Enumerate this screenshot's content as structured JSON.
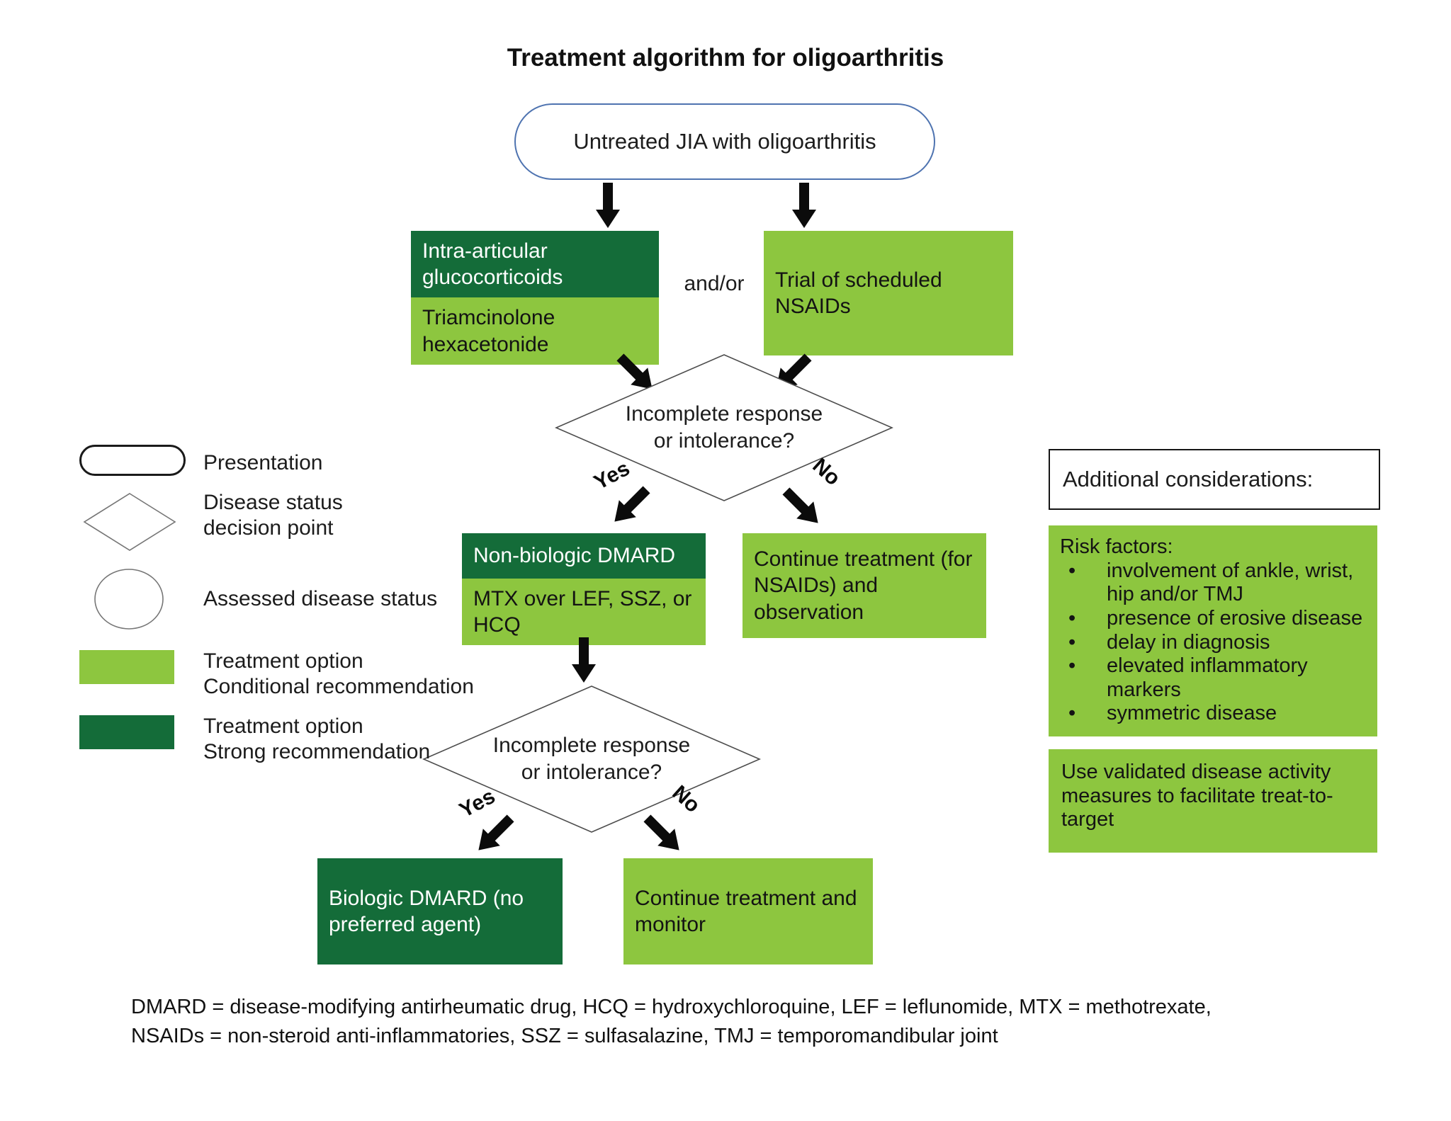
{
  "title": "Treatment algorithm for oligoarthritis",
  "flow": {
    "presentation": "Untreated JIA with oligoarthritis",
    "iag": {
      "title": "Intra-articular glucocorticoids",
      "subtitle": "Triamcinolone hexacetonide"
    },
    "connector": "and/or",
    "nsaids": "Trial of scheduled NSAIDs",
    "decision1": "Incomplete response\nor intolerance?",
    "decision1_yes": "Yes",
    "decision1_no": "No",
    "dmard": {
      "title": "Non-biologic DMARD",
      "subtitle": "MTX over LEF, SSZ, or HCQ"
    },
    "continue_nsaids": "Continue treatment (for NSAIDs) and observation",
    "decision2": "Incomplete response\nor intolerance?",
    "decision2_yes": "Yes",
    "decision2_no": "No",
    "biologic": "Biologic DMARD (no preferred agent)",
    "continue_monitor": "Continue treatment and monitor"
  },
  "legend": {
    "presentation": "Presentation",
    "decision": "Disease status\ndecision point",
    "assessed": "Assessed disease status",
    "conditional": "Treatment option\nConditional recommendation",
    "strong": "Treatment option\nStrong recommendation"
  },
  "considerations": {
    "heading": "Additional considerations:",
    "risk_heading": "Risk factors:",
    "risk_factors": [
      "involvement of ankle, wrist, hip and/or TMJ",
      "presence of erosive disease",
      "delay in diagnosis",
      "elevated inflammatory markers",
      "symmetric disease"
    ],
    "note": "Use validated disease activity measures to facilitate treat-to-target"
  },
  "abbreviations": {
    "line1": "DMARD = disease-modifying antirheumatic drug, HCQ = hydroxychloroquine, LEF = leflunomide, MTX = methotrexate,",
    "line2": "NSAIDs = non-steroid anti-inflammatories, SSZ = sulfasalazine, TMJ = temporomandibular joint"
  },
  "colors": {
    "strong_green": "#146c39",
    "conditional_green": "#8dc63f",
    "presentation_border": "#4e73b0"
  }
}
